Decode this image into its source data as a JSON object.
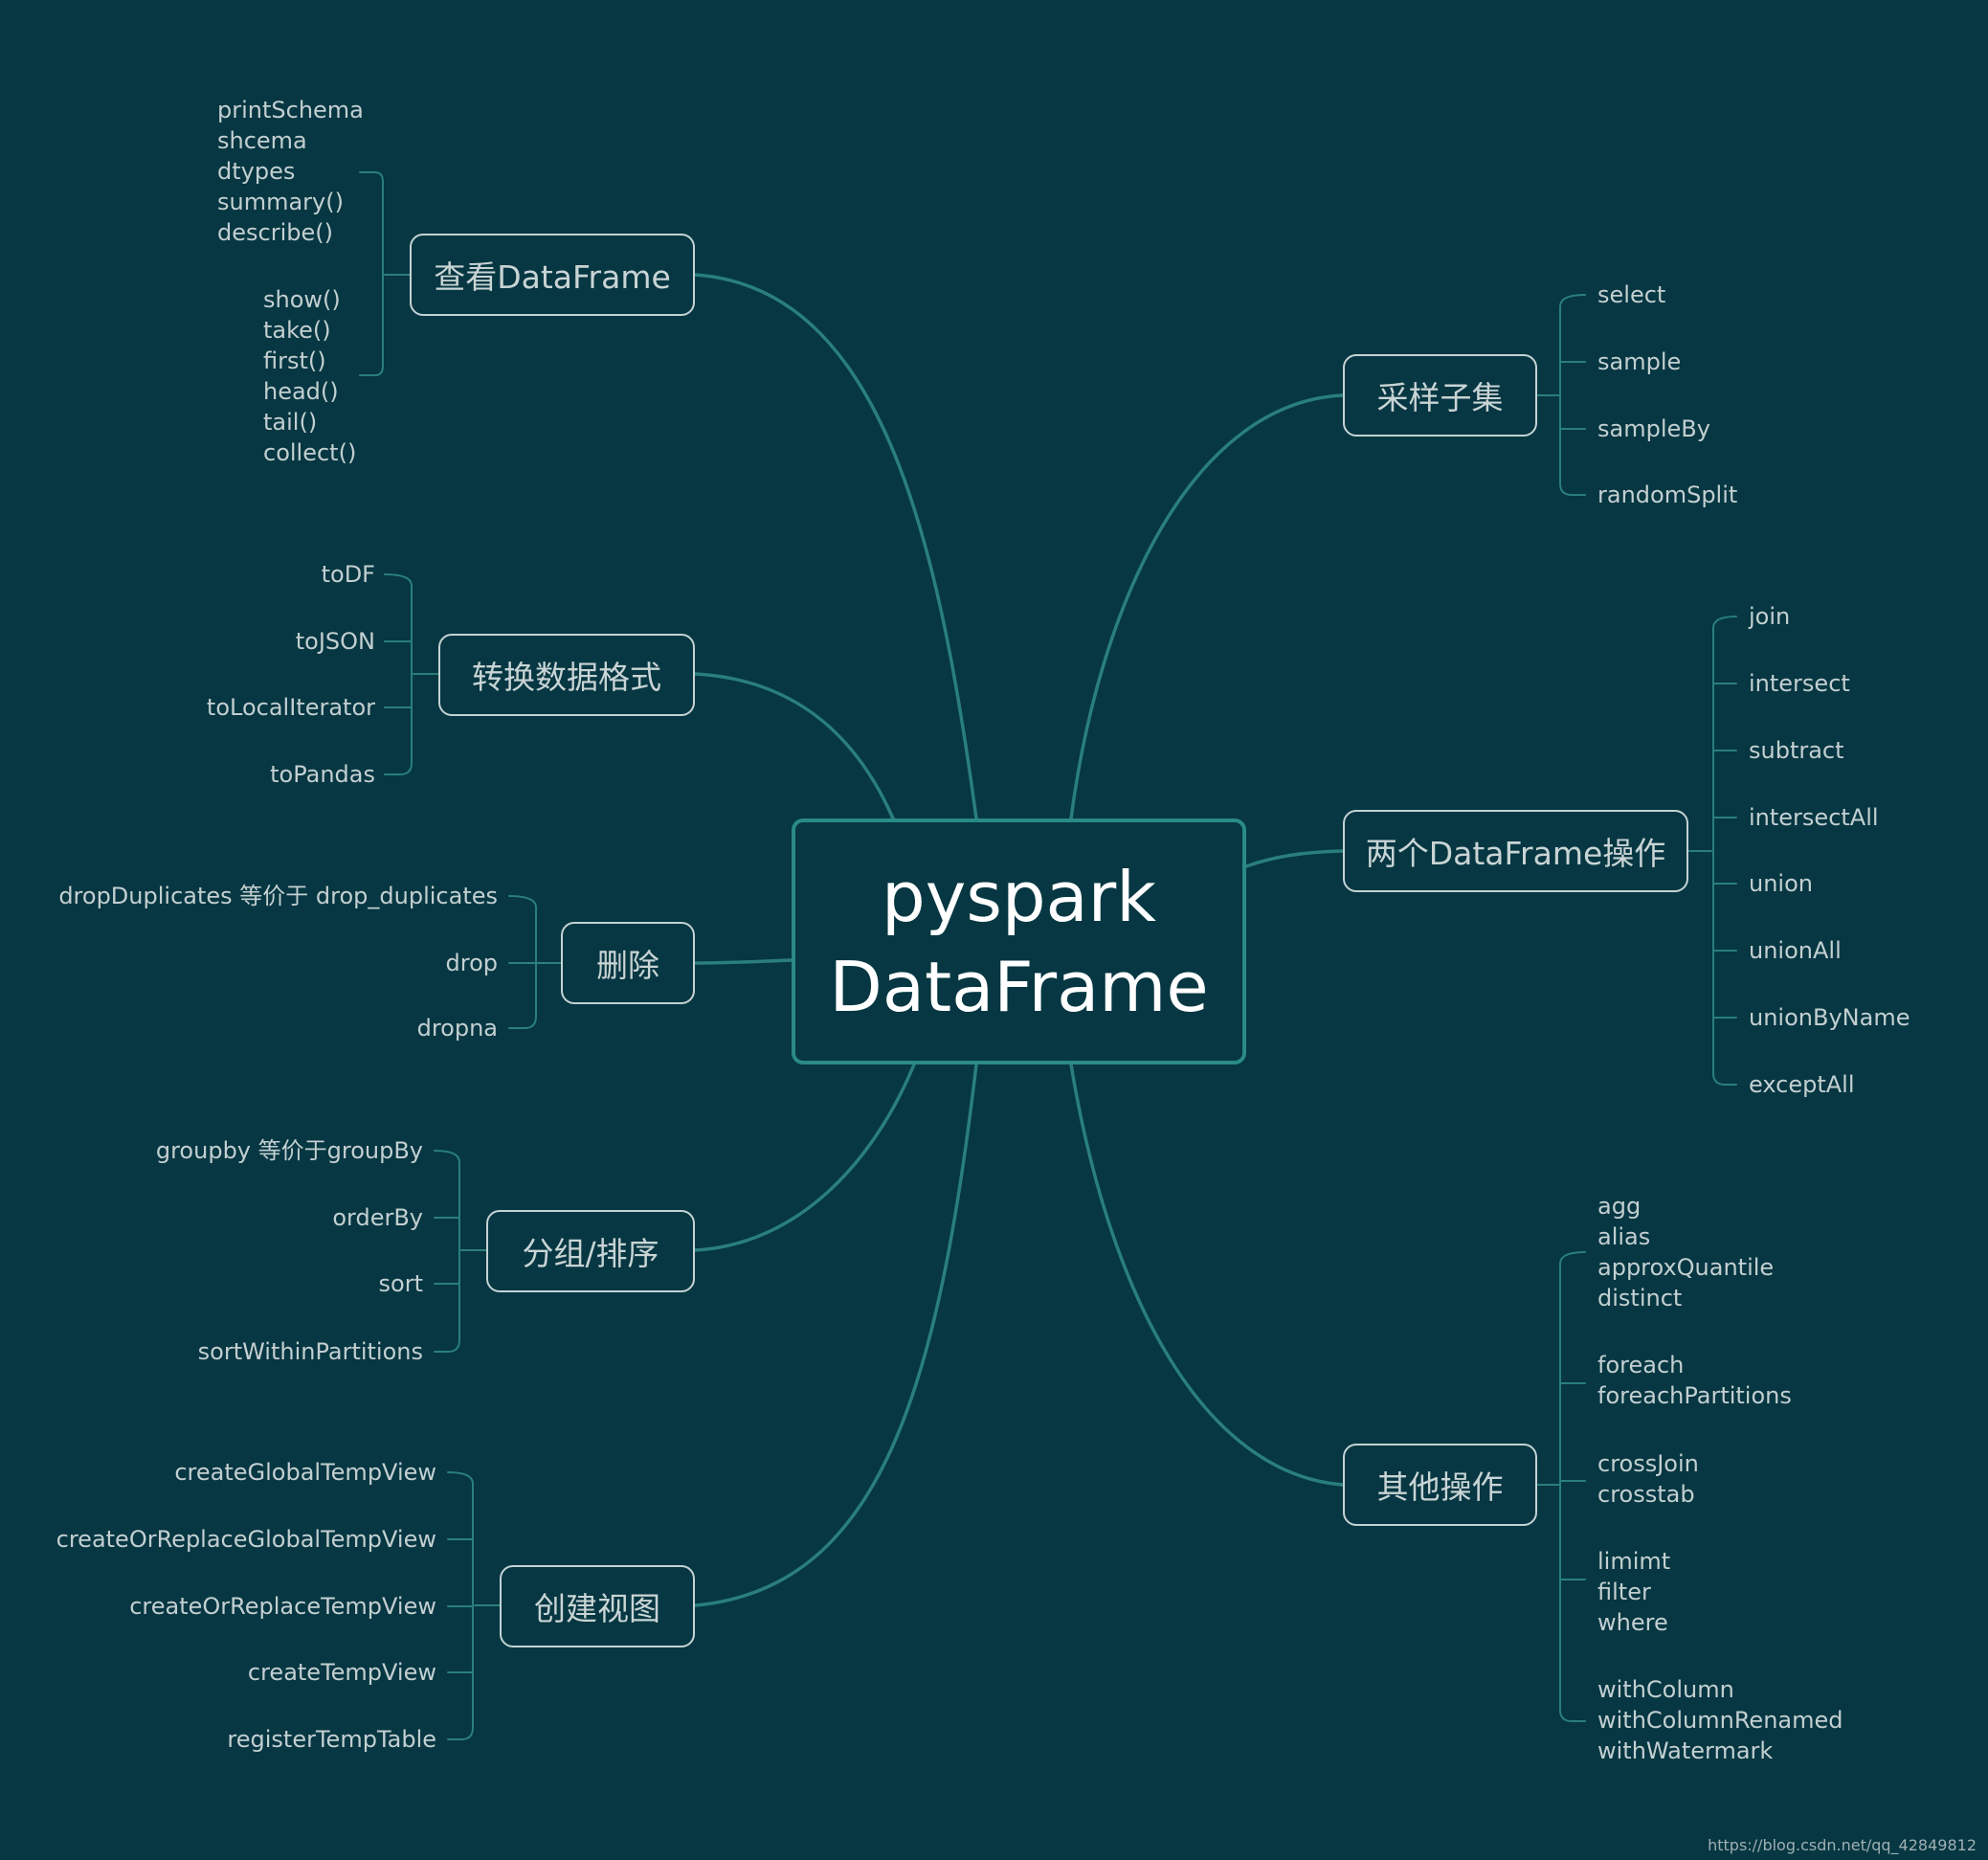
{
  "root": {
    "line1": "pyspark",
    "line2": "DataFrame"
  },
  "branches": {
    "view": {
      "label": "查看DataFrame",
      "items": [
        "printSchema",
        "shcema",
        "dtypes",
        "summary()",
        "describe()",
        "show()",
        "take()",
        "first()",
        "head()",
        "tail()",
        "collect()"
      ]
    },
    "convert": {
      "label": "转换数据格式",
      "items": [
        "toDF",
        "toJSON",
        "toLocalIterator",
        "toPandas"
      ]
    },
    "delete": {
      "label": "删除",
      "items": [
        "dropDuplicates 等价于 drop_duplicates",
        "drop",
        "dropna"
      ]
    },
    "group": {
      "label": "分组/排序",
      "items": [
        "groupby 等价于groupBy",
        "orderBy",
        "sort",
        "sortWithinPartitions"
      ]
    },
    "view_create": {
      "label": "创建视图",
      "items": [
        "createGlobalTempView",
        "createOrReplaceGlobalTempView",
        "createOrReplaceTempView",
        "createTempView",
        "registerTempTable"
      ]
    },
    "sample": {
      "label": "采样子集",
      "items": [
        "select",
        "sample",
        "sampleBy",
        "randomSplit"
      ]
    },
    "two_df": {
      "label": "两个DataFrame操作",
      "items": [
        "join",
        "intersect",
        "subtract",
        "intersectAll",
        "union",
        "unionAll",
        "unionByName",
        "exceptAll"
      ]
    },
    "other": {
      "label": "其他操作",
      "items": [
        "agg",
        "alias",
        "approxQuantile",
        "distinct",
        "foreach",
        "foreachPartitions",
        "crossJoin",
        "crosstab",
        "limimt",
        "filter",
        "where",
        "withColumn",
        "withColumnRenamed",
        "withWatermark"
      ]
    }
  },
  "watermark": "https://blog.csdn.net/qq_42849812",
  "colors": {
    "background": "#063742",
    "line": "#2a7f7b",
    "text": "#c9d4d5"
  }
}
